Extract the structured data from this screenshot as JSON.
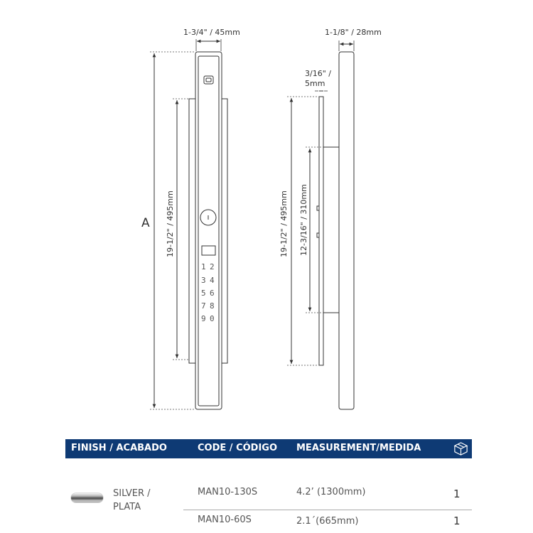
{
  "drawing": {
    "front": {
      "width_label": "1-3/4\" / 45mm",
      "height_label": "19-1/2\" / 495mm",
      "overall_label": "A",
      "keys": [
        "1",
        "2",
        "3",
        "4",
        "5",
        "6",
        "7",
        "8",
        "9",
        "0"
      ]
    },
    "side": {
      "depth_label": "1-1/8\" / 28mm",
      "plate_label_line1": "3/16\" /",
      "plate_label_line2": "5mm",
      "height_label": "19-1/2\" / 495mm",
      "inner_label": "12-3/16\" / 310mm"
    }
  },
  "table": {
    "headers": {
      "finish": "FINISH / ACABADO",
      "code": "CODE / CÓDIGO",
      "measurement": "MEASUREMENT/MEDIDA"
    },
    "header_icon": "box-icon",
    "finish": {
      "line1": "SILVER /",
      "line2": "PLATA",
      "swatch_color": "#b0b0b0"
    },
    "rows": [
      {
        "code": "MAN10-130S",
        "measurement": "4.2’ (1300mm)",
        "qty": "1"
      },
      {
        "code": "MAN10-60S",
        "measurement": "2.1´(665mm)",
        "qty": "1"
      }
    ],
    "header_color": "#0e3a74"
  }
}
